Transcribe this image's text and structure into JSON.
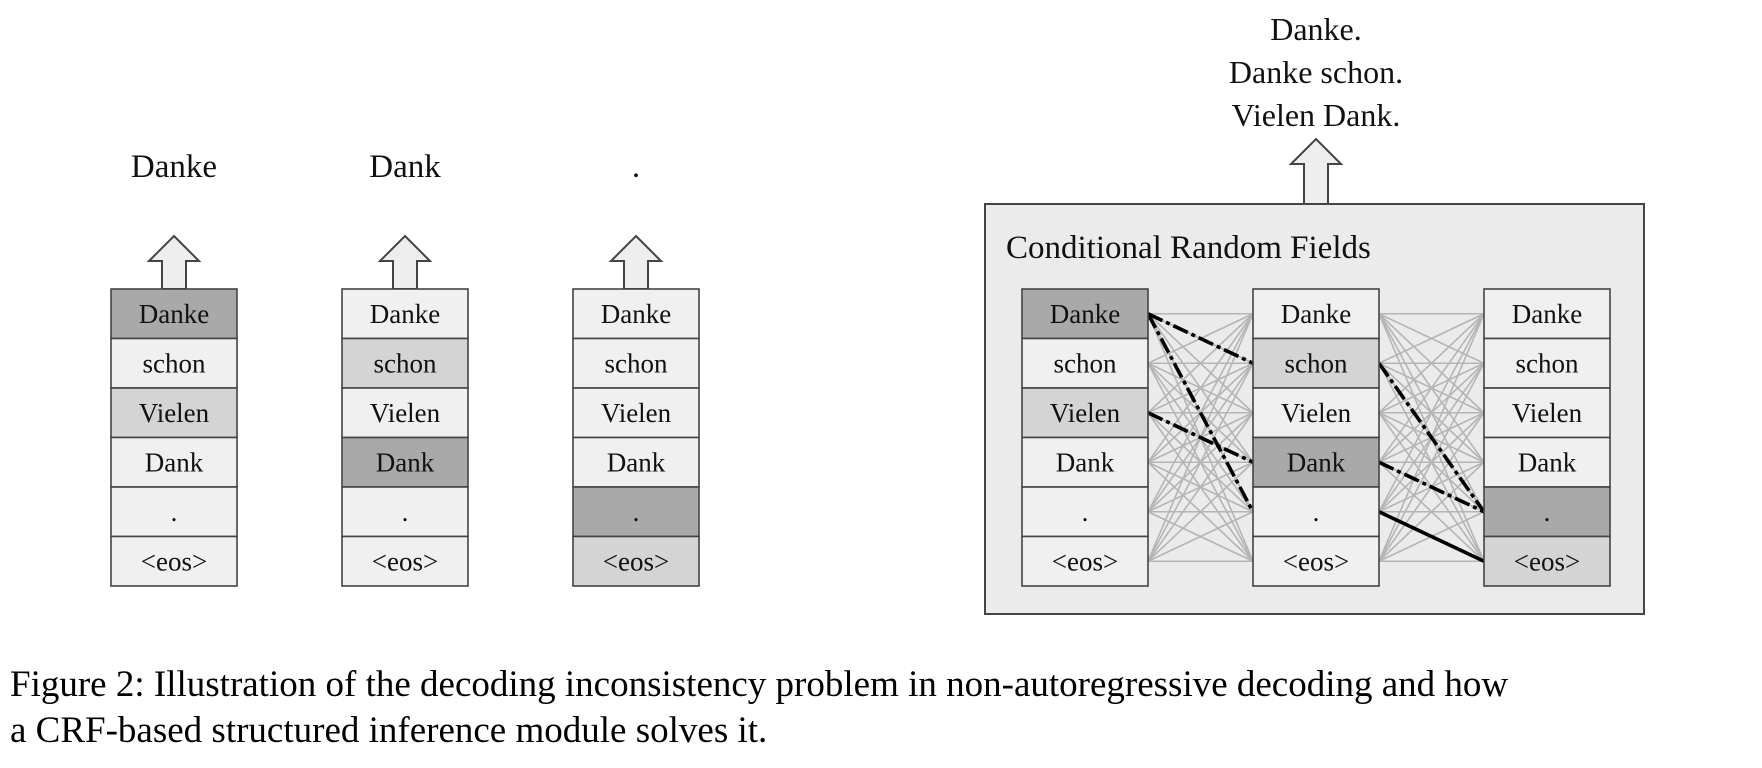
{
  "independent_decoding": {
    "columns": [
      {
        "output": "Danke",
        "tokens": [
          "Danke",
          "schon",
          "Vielen",
          "Dank",
          ".",
          "<eos>"
        ],
        "shades": [
          "dark",
          "light",
          "mid",
          "light",
          "light",
          "light"
        ]
      },
      {
        "output": "Dank",
        "tokens": [
          "Danke",
          "schon",
          "Vielen",
          "Dank",
          ".",
          "<eos>"
        ],
        "shades": [
          "light",
          "mid",
          "light",
          "dark",
          "light",
          "light"
        ]
      },
      {
        "output": ".",
        "tokens": [
          "Danke",
          "schon",
          "Vielen",
          "Dank",
          ".",
          "<eos>"
        ],
        "shades": [
          "light",
          "light",
          "light",
          "light",
          "dark",
          "mid"
        ]
      }
    ]
  },
  "crf_decoding": {
    "box_title": "Conditional Random Fields",
    "outputs": [
      "Danke.",
      "Danke schon.",
      "Vielen Dank."
    ],
    "columns": [
      {
        "tokens": [
          "Danke",
          "schon",
          "Vielen",
          "Dank",
          ".",
          "<eos>"
        ],
        "shades": [
          "dark",
          "light",
          "mid",
          "light",
          "light",
          "light"
        ]
      },
      {
        "tokens": [
          "Danke",
          "schon",
          "Vielen",
          "Dank",
          ".",
          "<eos>"
        ],
        "shades": [
          "light",
          "mid",
          "light",
          "dark",
          "light",
          "light"
        ]
      },
      {
        "tokens": [
          "Danke",
          "schon",
          "Vielen",
          "Dank",
          ".",
          "<eos>"
        ],
        "shades": [
          "light",
          "light",
          "light",
          "light",
          "dark",
          "mid"
        ]
      }
    ],
    "highlighted_paths": [
      {
        "from_col": 0,
        "from_row": 0,
        "to_col": 1,
        "to_row": 1,
        "style": "dashdot"
      },
      {
        "from_col": 0,
        "from_row": 0,
        "to_col": 1,
        "to_row": 4,
        "style": "dashdot"
      },
      {
        "from_col": 0,
        "from_row": 2,
        "to_col": 1,
        "to_row": 3,
        "style": "dashdot"
      },
      {
        "from_col": 1,
        "from_row": 1,
        "to_col": 2,
        "to_row": 4,
        "style": "dashdot"
      },
      {
        "from_col": 1,
        "from_row": 3,
        "to_col": 2,
        "to_row": 4,
        "style": "dashdot"
      },
      {
        "from_col": 1,
        "from_row": 4,
        "to_col": 2,
        "to_row": 5,
        "style": "solid"
      }
    ]
  },
  "caption": {
    "line1": "Figure 2: Illustration of the decoding inconsistency problem in non-autoregressive decoding and how",
    "line2": "a CRF-based structured inference module solves it."
  },
  "colors": {
    "dark": "#a9a9a9",
    "mid": "#d4d4d4",
    "light": "#f0f0f0",
    "border": "#444444",
    "crf_box_fill": "#ebebeb",
    "transition_line": "#b5b5b5",
    "arrow_fill": "#eeeeee"
  }
}
